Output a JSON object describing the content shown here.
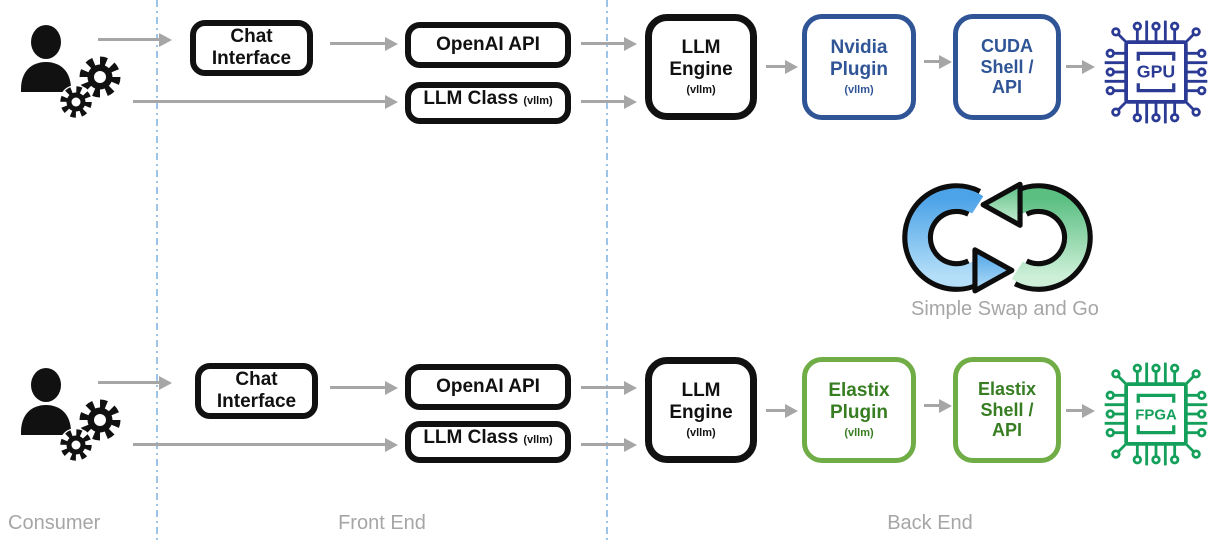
{
  "colors": {
    "box_black": "#111111",
    "box_blue": "#2f5597",
    "green_border": "#70ad47",
    "green_text": "#377d22",
    "gpu_icon": "#2b3a94",
    "fpga_icon": "#14a05a",
    "arrow_gray": "#a6a6a6",
    "label_gray": "#a6a6a6",
    "divider_blue": "#9dc3e6",
    "swap_blue": "#4da3e8",
    "swap_green": "#6fcb8f"
  },
  "lanes": {
    "consumer": "Consumer",
    "front_end": "Front End",
    "back_end": "Back End"
  },
  "swap": {
    "caption": "Simple Swap and Go"
  },
  "flows": {
    "gpu": {
      "chat": "Chat\nInterface",
      "openai": "OpenAI API",
      "llm_class": "LLM Class",
      "llm_class_sub": "(vllm)",
      "engine": "LLM\nEngine",
      "engine_sub": "(vllm)",
      "plugin": "Nvidia\nPlugin",
      "plugin_sub": "(vllm)",
      "shell": "CUDA\nShell /\nAPI",
      "chip": "GPU"
    },
    "fpga": {
      "chat": "Chat\nInterface",
      "openai": "OpenAI API",
      "llm_class": "LLM Class",
      "llm_class_sub": "(vllm)",
      "engine": "LLM\nEngine",
      "engine_sub": "(vllm)",
      "plugin": "Elastix\nPlugin",
      "plugin_sub": "(vllm)",
      "shell": "Elastix\nShell /\nAPI",
      "chip": "FPGA"
    }
  }
}
